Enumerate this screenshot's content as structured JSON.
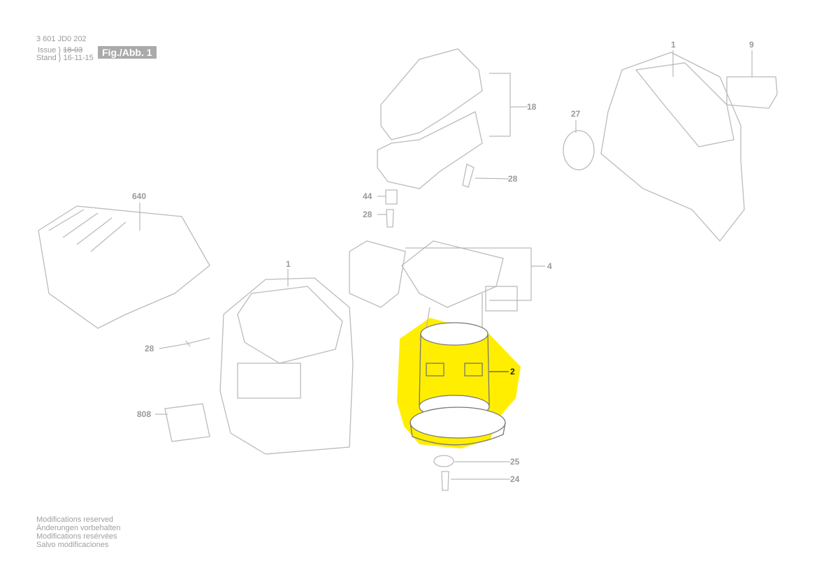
{
  "header": {
    "part_number": "3 601 JD0 202",
    "issue_label": "Issue",
    "issue_value": "18-03",
    "stand_label": "Stand",
    "stand_value": "16-11-15",
    "figure_label": "Fig./Abb. 1"
  },
  "footer": [
    "Modifications reserved",
    "Änderungen vorbehalten",
    "Modifications resérvées",
    "Salvo modificaciones"
  ],
  "callouts": {
    "c640": "640",
    "c1a": "1",
    "c28a": "28",
    "c808": "808",
    "c18": "18",
    "c44": "44",
    "c28b": "28",
    "c28c": "28",
    "c4": "4",
    "c2": "2",
    "c25": "25",
    "c24": "24",
    "c1b": "1",
    "c9": "9",
    "c27": "27"
  },
  "highlight": {
    "part": "2",
    "color": "#ffee00"
  }
}
